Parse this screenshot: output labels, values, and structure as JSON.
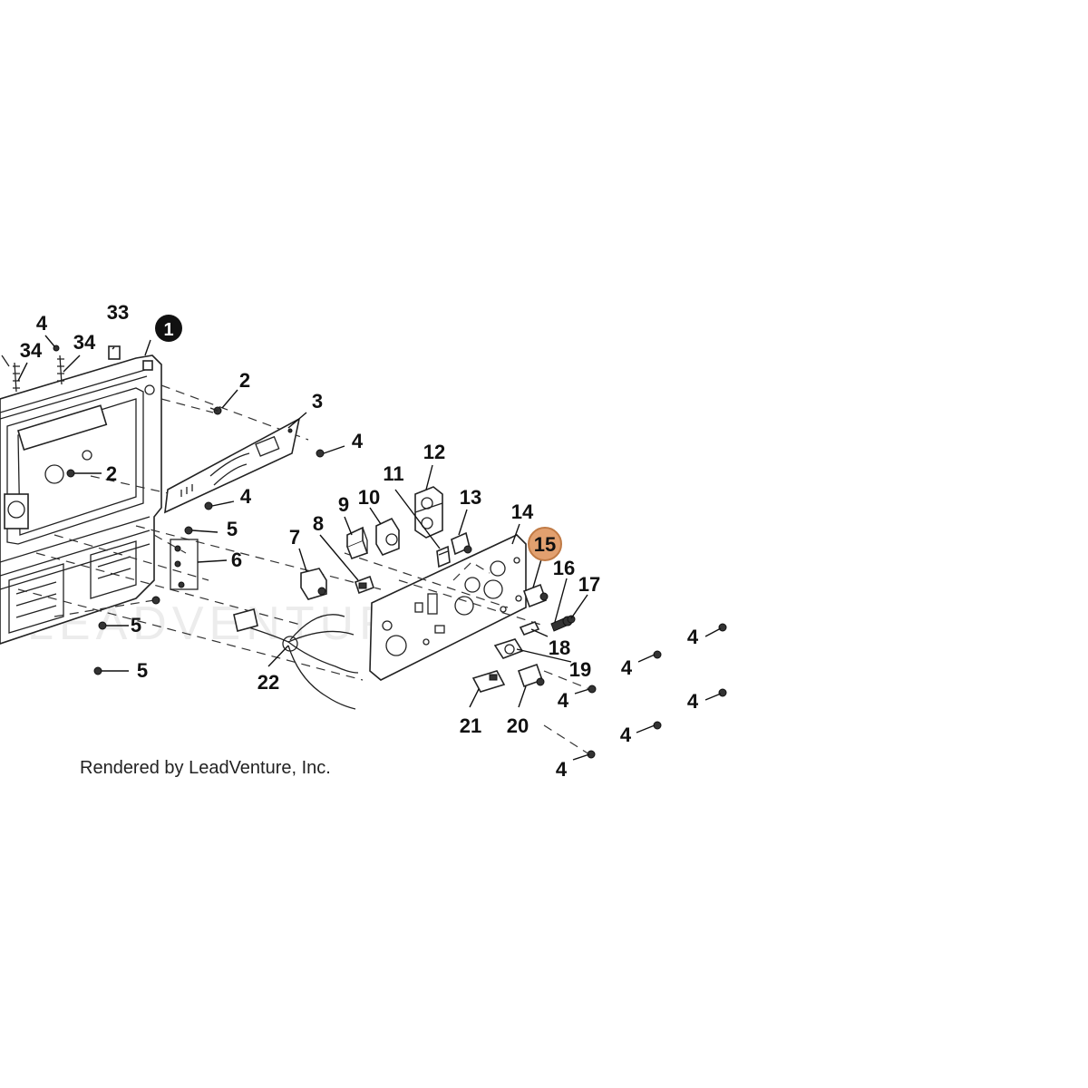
{
  "watermark": "LEADVENTURE",
  "credit": "Rendered by LeadVenture, Inc.",
  "highlight_color": "#e2a06f",
  "callouts": {
    "c1": "1",
    "c2a": "2",
    "c2b": "2",
    "c3": "3",
    "c4a": "4",
    "c4b": "4",
    "c4c": "4",
    "c4d": "4",
    "c4e": "4",
    "c4f": "4",
    "c4g": "4",
    "c4h": "4",
    "c4i": "4",
    "c5a": "5",
    "c5b": "5",
    "c5c": "5",
    "c6": "6",
    "c7": "7",
    "c8": "8",
    "c9": "9",
    "c10": "10",
    "c11": "11",
    "c12": "12",
    "c13": "13",
    "c14": "14",
    "c15": "15",
    "c16": "16",
    "c17": "17",
    "c18": "18",
    "c19": "19",
    "c20": "20",
    "c21": "21",
    "c22": "22",
    "c33": "33",
    "c34a": "34",
    "c34b": "34"
  }
}
